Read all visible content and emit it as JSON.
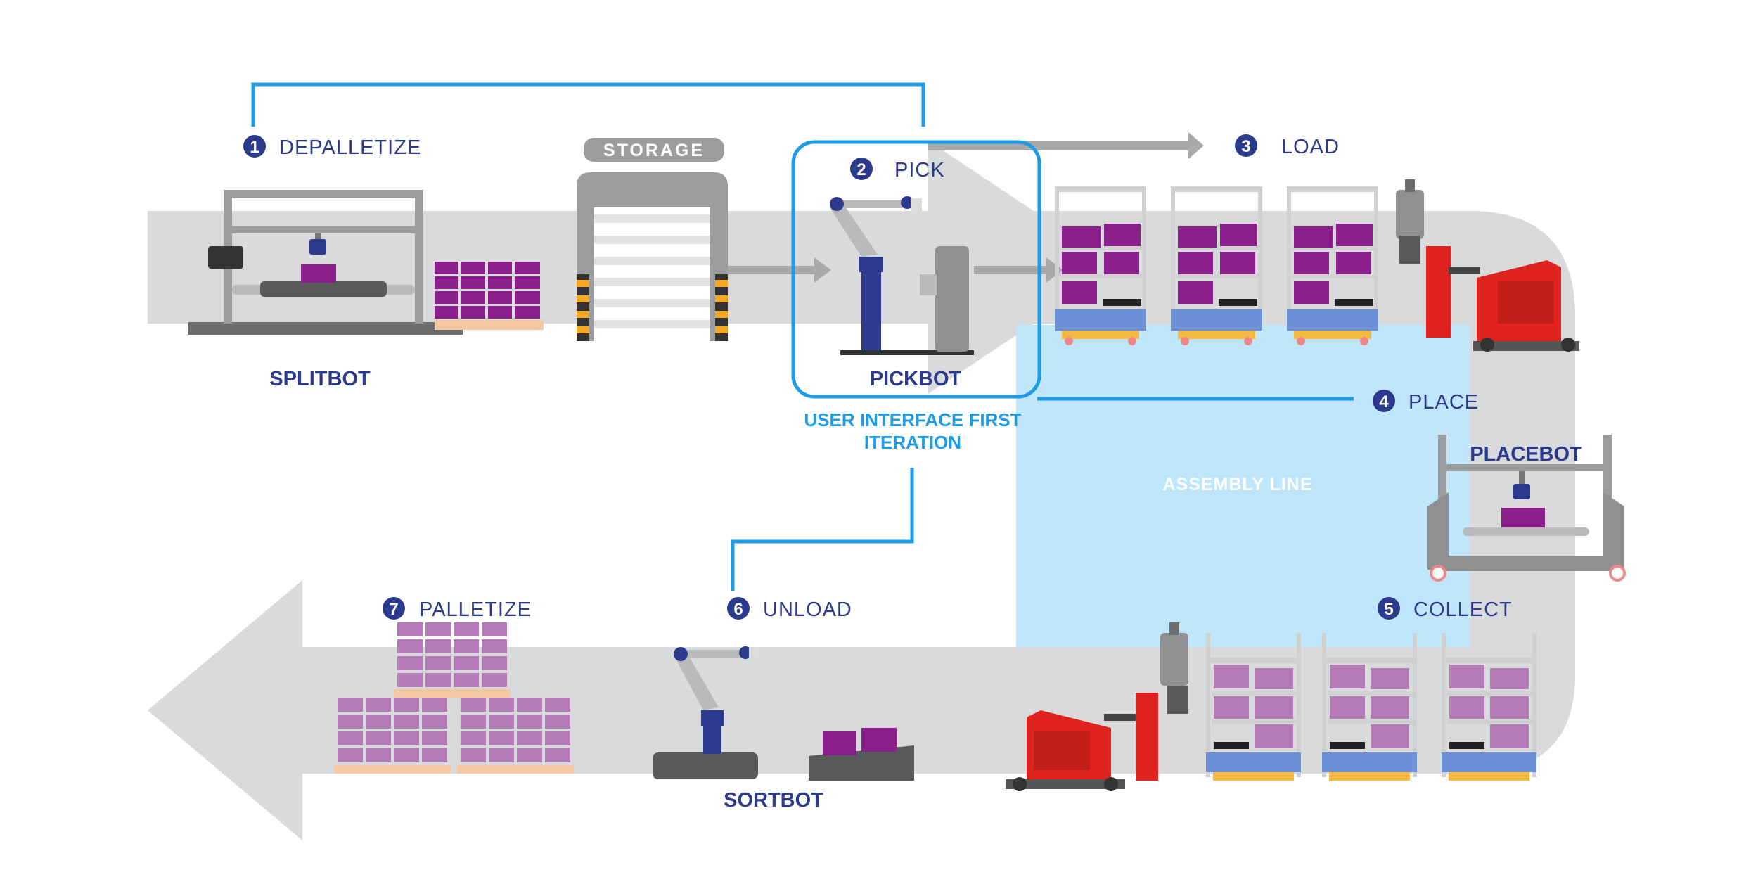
{
  "steps": [
    {
      "num": "1",
      "label": "DEPALLETIZE"
    },
    {
      "num": "2",
      "label": "PICK"
    },
    {
      "num": "3",
      "label": "LOAD"
    },
    {
      "num": "4",
      "label": "PLACE"
    },
    {
      "num": "5",
      "label": "COLLECT"
    },
    {
      "num": "6",
      "label": "UNLOAD"
    },
    {
      "num": "7",
      "label": "PALLETIZE"
    }
  ],
  "bots": {
    "splitbot": "SPLITBOT",
    "pickbot": "PICKBOT",
    "placebot": "PLACEBOT",
    "sortbot": "SORTBOT"
  },
  "storage": "STORAGE",
  "assembly_line": "ASSEMBLY LINE",
  "ui_iteration": {
    "line1": "USER INTERFACE FIRST",
    "line2": "ITERATION"
  },
  "colors": {
    "track": "#d9dadb",
    "assembly": "#bfe6fb",
    "highlight": "#1e9be6",
    "navy": "#2b3a8c",
    "box_dark": "#8a1f8c",
    "box_light": "#b57ab8",
    "robot_red": "#e0231f"
  }
}
